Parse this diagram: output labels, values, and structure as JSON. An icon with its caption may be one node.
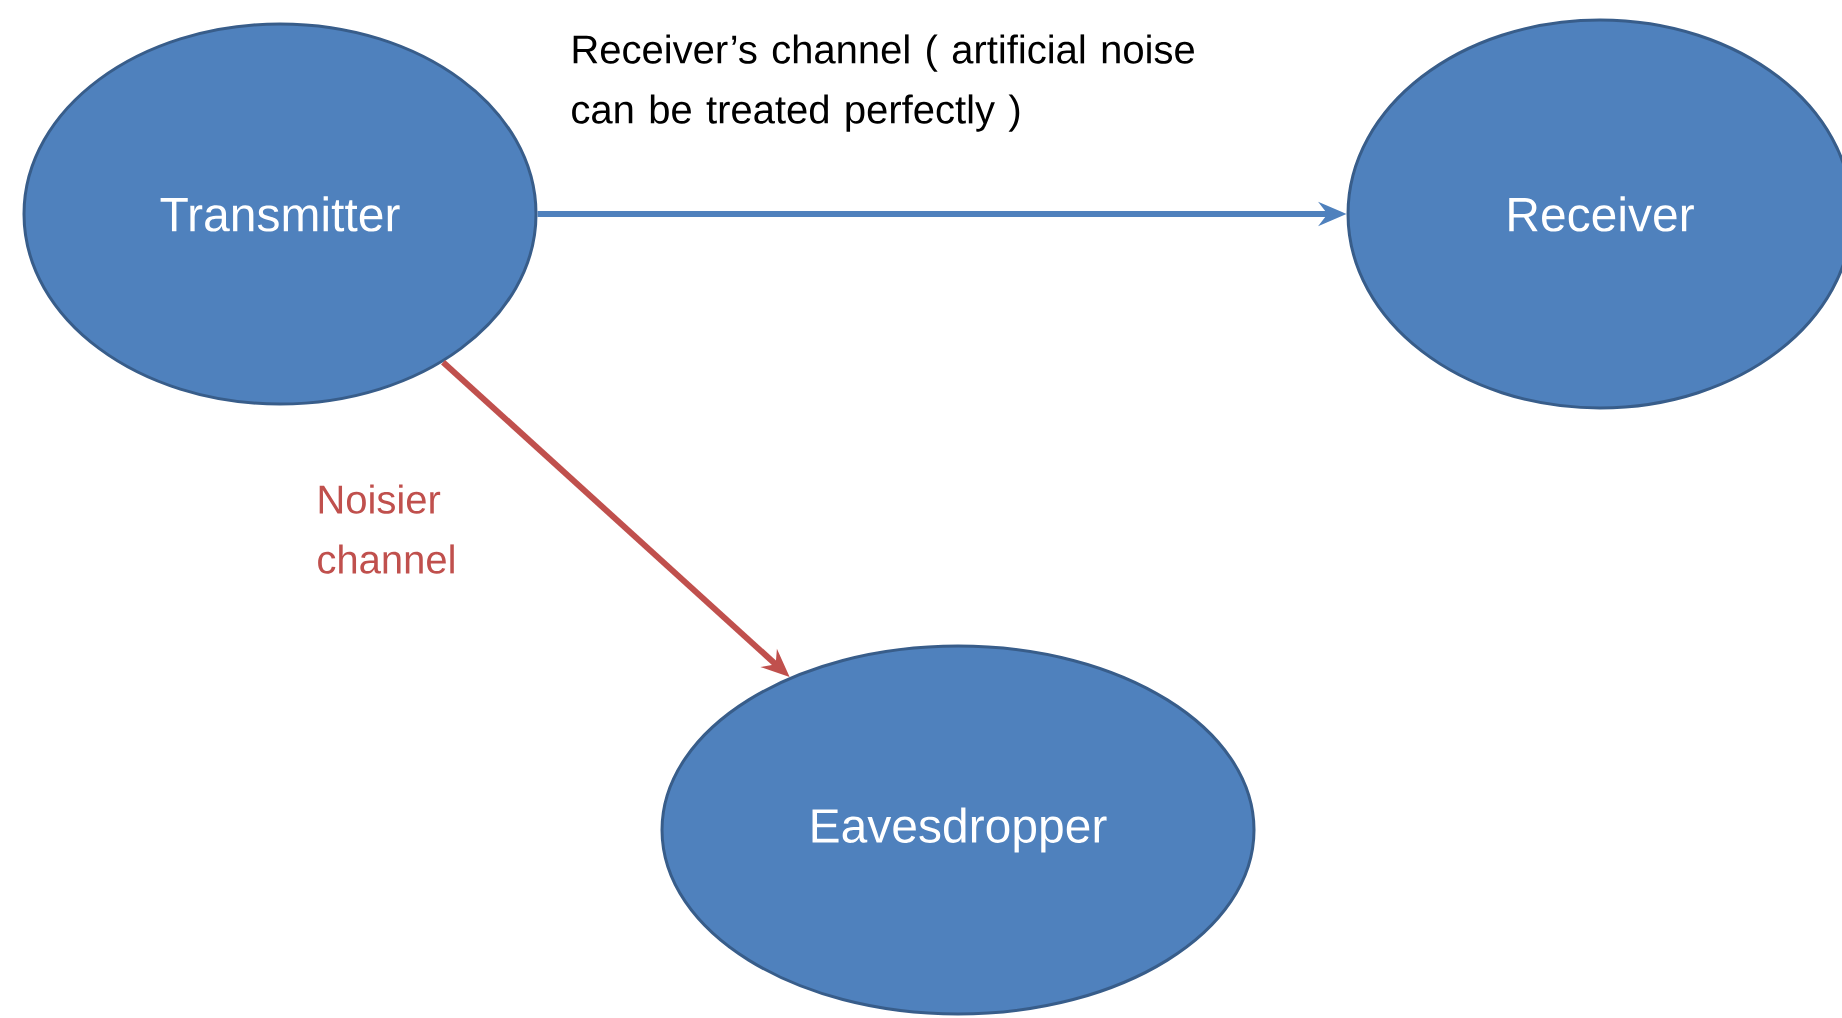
{
  "diagram": {
    "nodes": [
      {
        "text": [
          "Transmitter"
        ]
      },
      {
        "text": [
          "Receiver"
        ]
      },
      {
        "text": [
          "Eavesdropper"
        ]
      }
    ],
    "edges": [
      {
        "from": 0,
        "to": 1,
        "arrow": "to",
        "label": "Receiver’s channel ( artificial noise can be treated perfectly )",
        "color": "#4f81bd"
      },
      {
        "from": 0,
        "to": 2,
        "arrow": "to",
        "label": "Noisier channel",
        "color": "#c0504d"
      }
    ]
  }
}
